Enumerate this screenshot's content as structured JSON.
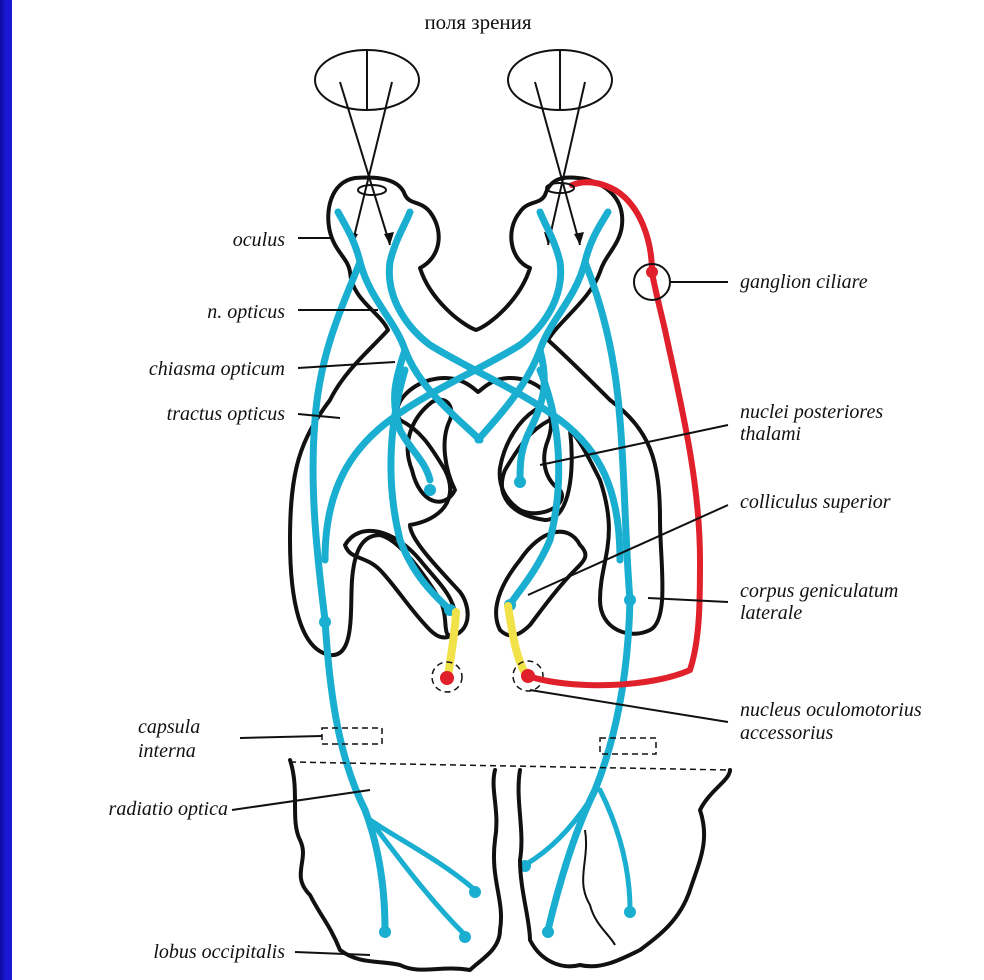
{
  "title": "поля зрения",
  "labels_left": {
    "oculus": "oculus",
    "n_opticus": "n. opticus",
    "chiasma": "chiasma opticum",
    "tractus": "tractus opticus",
    "capsula_1": "capsula",
    "capsula_2": "interna",
    "radiatio": "radiatio optica",
    "lobus": "lobus occipitalis"
  },
  "labels_right": {
    "ganglion": "ganglion ciliare",
    "nuclei_1": "nuclei posteriores",
    "nuclei_2": "thalami",
    "colliculus": "colliculus superior",
    "corpus_1": "corpus geniculatum",
    "corpus_2": "laterale",
    "nucleus_1": "nucleus oculomotorius",
    "nucleus_2": "accessorius"
  },
  "colors": {
    "background": "#1b17d6",
    "visual_pathway": "#1aaed0",
    "parasympathetic_pathway": "#e0202a",
    "pretectal_fibers": "#f2e24a"
  }
}
